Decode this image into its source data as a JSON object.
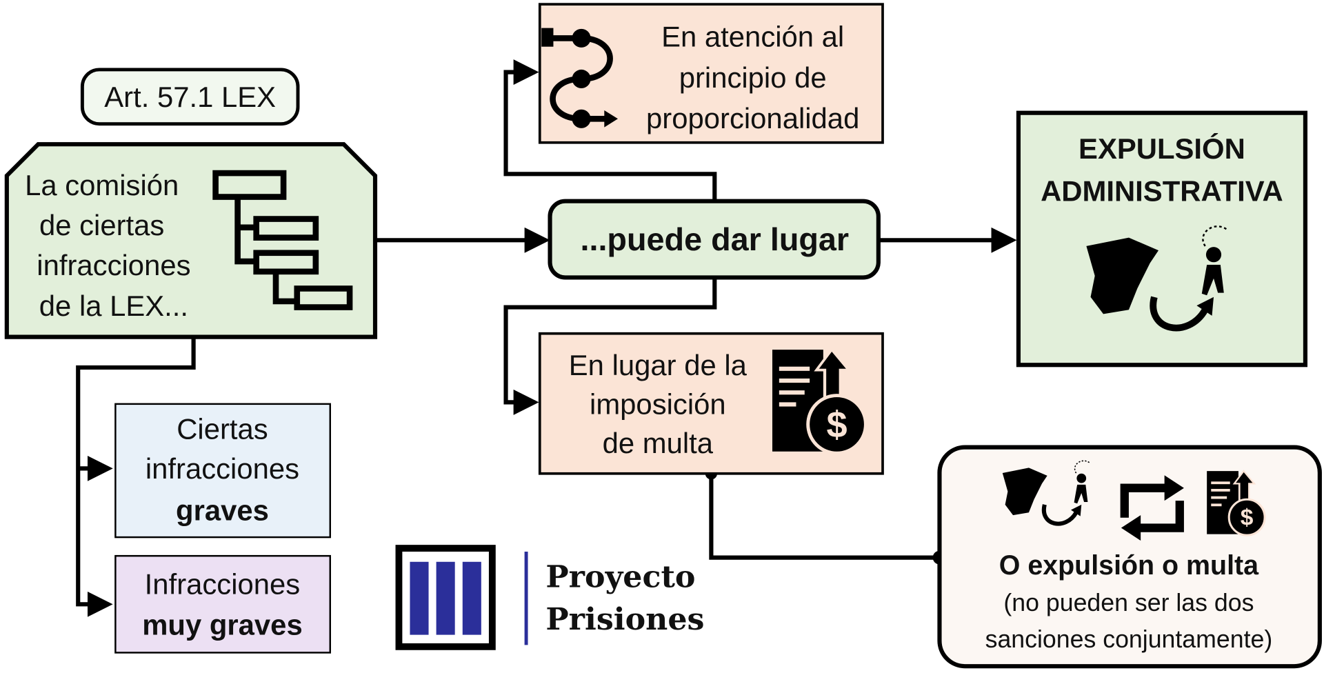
{
  "colors": {
    "green": "#e2efda",
    "light_green": "#f2f8ef",
    "peach": "#fbe4d6",
    "blue": "#e8f1f9",
    "purple": "#ece0f3",
    "cream": "#fcf7f3",
    "logo_blue": "#2b2f9a"
  },
  "article": "Art. 57.1 LEX",
  "source": {
    "lines": [
      "La comisión",
      "de ciertas",
      "infracciones",
      "de la LEX..."
    ],
    "icon": "hierarchy-icon"
  },
  "center": "...puede dar lugar",
  "proportionality": {
    "lines": [
      "En atención al",
      "principio de",
      "proporcionalidad"
    ],
    "icon": "path-icon"
  },
  "fine": {
    "lines": [
      "En lugar de la",
      "imposición",
      "de multa"
    ],
    "icon": "fine-document-icon"
  },
  "expulsion": {
    "lines": [
      "EXPULSIÓN",
      "ADMINISTRATIVA"
    ],
    "icon": "spain-expulsion-icon"
  },
  "graves": {
    "line1": "Ciertas",
    "line2": "infracciones",
    "bold": "graves"
  },
  "muy_graves": {
    "line1": "Infracciones",
    "bold": "muy graves"
  },
  "either": {
    "title": "O expulsión o multa",
    "line1": "(no pueden ser las dos",
    "line2": "sanciones conjuntamente)",
    "icons": [
      "spain-expulsion-icon",
      "swap-icon",
      "fine-document-icon"
    ]
  },
  "logo": {
    "line1": "Proyecto",
    "line2": "Prisiones"
  }
}
